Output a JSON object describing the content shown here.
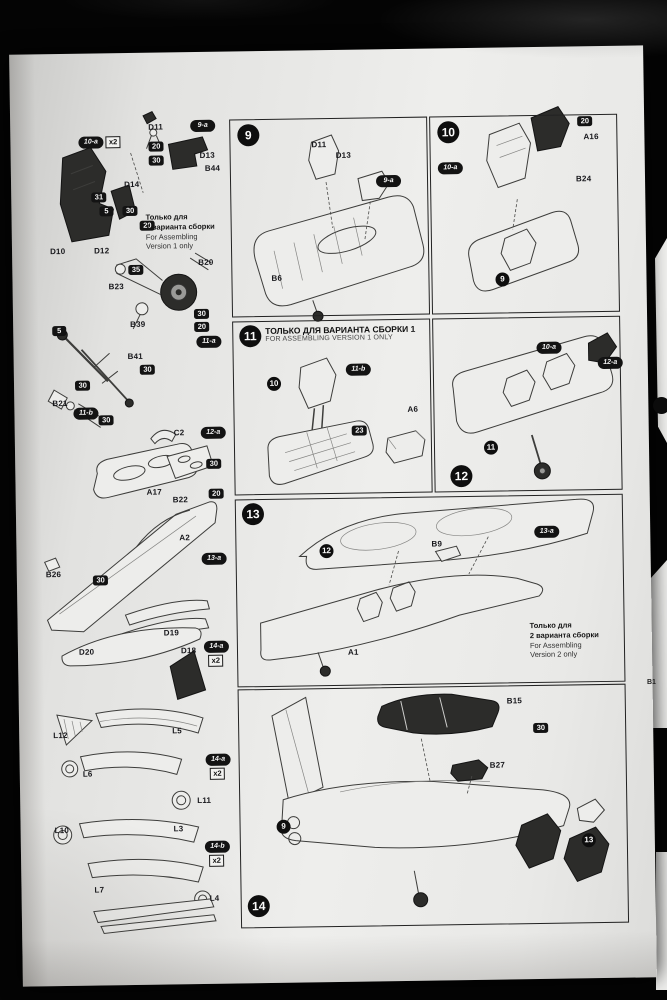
{
  "left": {
    "seat": {
      "oval_10a": "10-a",
      "x2_a": "x2",
      "d11": "D11",
      "badge_20": "20",
      "badge_30": "30",
      "oval_9a": "9-a",
      "d13": "D13",
      "b44": "B44",
      "d14": "D14",
      "badge_31": "31",
      "badge_5": "5",
      "badge_30b": "30",
      "badge_20b": "20",
      "note": {
        "ru1": "Только для",
        "ru2": "1 варианта сборки",
        "en1": "For Assembling",
        "en2": "Version 1 only"
      },
      "d10": "D10",
      "d12": "D12"
    },
    "wheel": {
      "badge_35": "35",
      "b20": "B20",
      "b23": "B23",
      "b39": "B39",
      "badge_30": "30",
      "badge_20": "20",
      "oval_11a": "11-a"
    },
    "gear": {
      "badge_5": "5",
      "b41": "B41",
      "badge_30a": "30",
      "badge_30b": "30",
      "b21": "B21",
      "oval_11b": "11-b",
      "badge_30c": "30"
    },
    "cockpit": {
      "c2": "C2",
      "oval_12a": "12-a",
      "badge_30": "30",
      "a17": "A17",
      "b22": "B22",
      "badge_20": "20"
    },
    "fuselage": {
      "a2": "A2",
      "oval_13a": "13-a",
      "b26": "B26",
      "badge_30": "30"
    },
    "belly": {
      "d19": "D19",
      "d18": "D18",
      "oval_14a": "14-a",
      "x2": "x2",
      "d20": "D20"
    },
    "intakes": {
      "l12": "L12",
      "l5": "L5",
      "l6": "L6",
      "oval_14a": "14-a",
      "x2": "x2",
      "l11": "L11"
    },
    "tubes": {
      "l10": "L10",
      "l3": "L3",
      "oval_14b": "14-b",
      "x2": "x2",
      "l7": "L7",
      "l4": "L4"
    }
  },
  "panel9": {
    "step": "9",
    "d11": "D11",
    "d13": "D13",
    "oval_9a": "9-a",
    "b6": "B6"
  },
  "panel10": {
    "step": "10",
    "badge_20": "20",
    "a16": "A16",
    "oval_10a": "10-a",
    "b24": "B24",
    "ref9": "9"
  },
  "panel11": {
    "step": "11",
    "title_ru": "ТОЛЬКО ДЛЯ ВАРИАНТА СБОРКИ 1",
    "title_en": "FOR ASSEMBLING VERSION 1 ONLY",
    "ref10": "10",
    "oval_11b": "11-b",
    "badge_23": "23",
    "a6": "A6"
  },
  "panel12": {
    "step": "12",
    "oval_10a": "10-a",
    "oval_12a": "12-a",
    "ref11": "11"
  },
  "panel13": {
    "step": "13",
    "ref12": "12",
    "b9": "B9",
    "oval_13a": "13-a",
    "a1": "A1",
    "note": {
      "ru1": "Только для",
      "ru2": "2 варианта сборки",
      "en1": "For Assembling",
      "en2": "Version 2 only"
    }
  },
  "panel14": {
    "step": "14",
    "b15": "B15",
    "badge_30": "30",
    "b27": "B27",
    "ref9": "9",
    "ref13": "13"
  },
  "edge": {
    "b1": "B1"
  }
}
